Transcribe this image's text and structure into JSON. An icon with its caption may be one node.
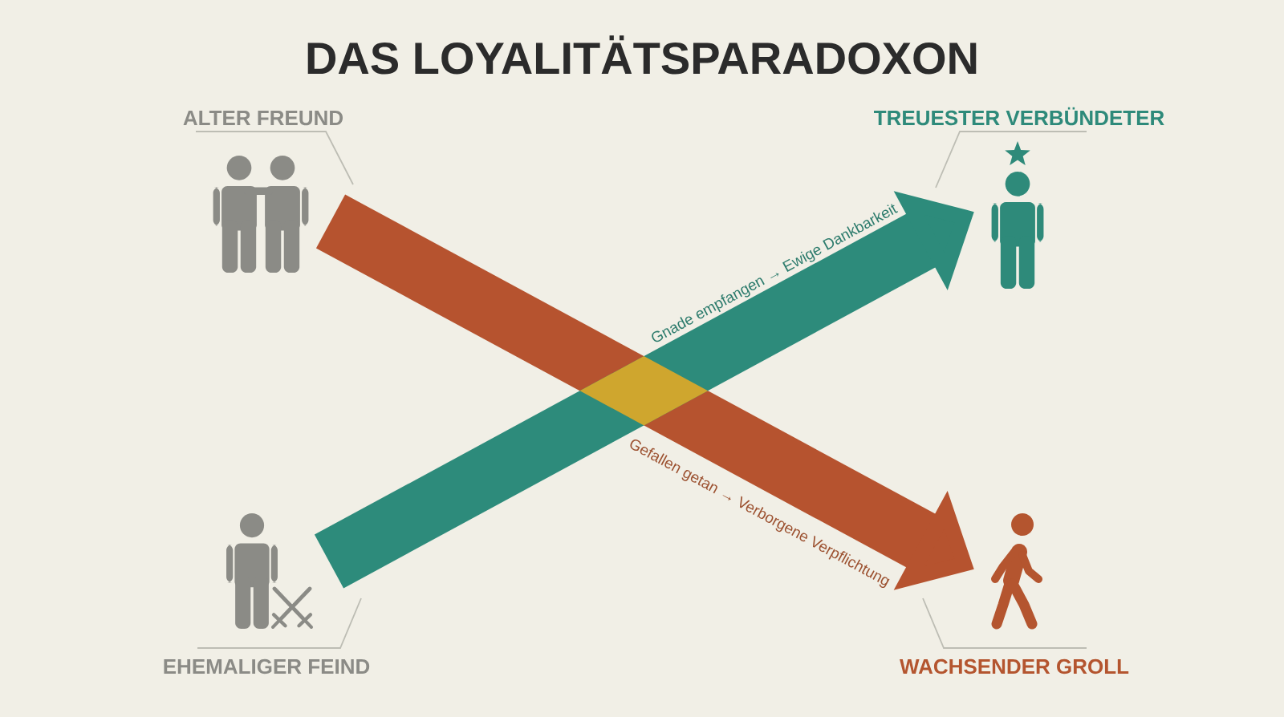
{
  "diagram": {
    "title": "DAS LOYALITÄTSPARADOXON",
    "nodes": [
      {
        "text": [
          "ALTER FREUND"
        ]
      },
      {
        "text": [
          "TREUESTER VERBÜNDETER"
        ]
      },
      {
        "text": [],
        "shape": "picture"
      },
      {
        "text": [],
        "shape": "picture"
      },
      {
        "text": [],
        "shape": "picture"
      },
      {
        "text": [],
        "shape": "picture"
      },
      {
        "text": [
          "EHEMALIGER FEIND"
        ]
      },
      {
        "text": [
          "WACHSENDER GROLL"
        ]
      }
    ],
    "edges": [
      {
        "from": 2,
        "to": 5,
        "arrow": "to",
        "label": "Gefallen getan → Verborgene Verpflichtung",
        "style": "thick",
        "color": "#b6532f"
      },
      {
        "from": 4,
        "to": 3,
        "arrow": "to",
        "label": "Gnade empfangen → Ewige Dankbarkeit",
        "style": "thick",
        "color": "#2d8b7b"
      },
      {
        "from": 0,
        "to": null,
        "arrow": "none"
      },
      {
        "from": 1,
        "to": null,
        "arrow": "none"
      },
      {
        "from": 6,
        "to": null,
        "arrow": "none"
      },
      {
        "from": 7,
        "to": null,
        "arrow": "none"
      }
    ]
  }
}
